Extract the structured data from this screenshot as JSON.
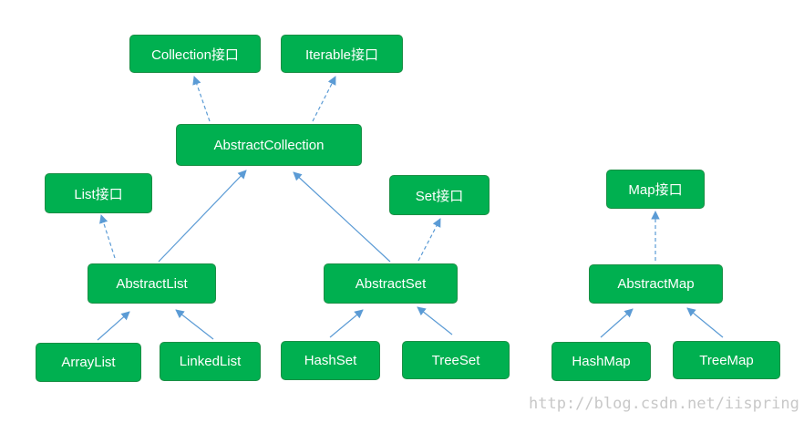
{
  "colors": {
    "node_fill": "#00b050",
    "node_border": "#1b8f45",
    "node_text": "#ffffff",
    "edge": "#5b9bd5",
    "watermark": "#c8c8c8"
  },
  "nodes": {
    "collection": "Collection接口",
    "iterable": "Iterable接口",
    "abstract_collection": "AbstractCollection",
    "list": "List接口",
    "set": "Set接口",
    "map": "Map接口",
    "abstract_list": "AbstractList",
    "abstract_set": "AbstractSet",
    "abstract_map": "AbstractMap",
    "array_list": "ArrayList",
    "linked_list": "LinkedList",
    "hash_set": "HashSet",
    "tree_set": "TreeSet",
    "hash_map": "HashMap",
    "tree_map": "TreeMap"
  },
  "edges": [
    {
      "from": "abstract_collection",
      "to": "collection",
      "style": "dashed"
    },
    {
      "from": "abstract_collection",
      "to": "iterable",
      "style": "dashed"
    },
    {
      "from": "abstract_list",
      "to": "list",
      "style": "dashed"
    },
    {
      "from": "abstract_list",
      "to": "abstract_collection",
      "style": "solid"
    },
    {
      "from": "abstract_set",
      "to": "abstract_collection",
      "style": "solid"
    },
    {
      "from": "abstract_set",
      "to": "set",
      "style": "dashed"
    },
    {
      "from": "abstract_map",
      "to": "map",
      "style": "dashed"
    },
    {
      "from": "array_list",
      "to": "abstract_list",
      "style": "solid"
    },
    {
      "from": "linked_list",
      "to": "abstract_list",
      "style": "solid"
    },
    {
      "from": "hash_set",
      "to": "abstract_set",
      "style": "solid"
    },
    {
      "from": "tree_set",
      "to": "abstract_set",
      "style": "solid"
    },
    {
      "from": "hash_map",
      "to": "abstract_map",
      "style": "solid"
    },
    {
      "from": "tree_map",
      "to": "abstract_map",
      "style": "solid"
    }
  ],
  "watermark": "http://blog.csdn.net/iispring"
}
